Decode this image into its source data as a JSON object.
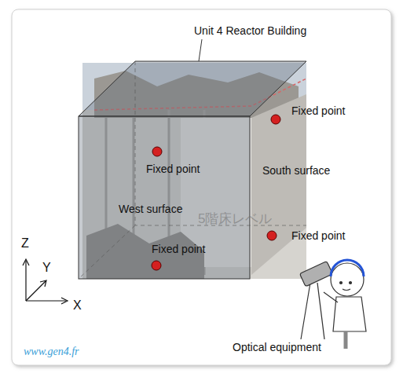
{
  "diagram": {
    "nodes": [
      {
        "text": [
          "West surface"
        ]
      },
      {
        "text": [
          "South surface"
        ]
      }
    ],
    "labels": [
      "Unit 4 Reactor Building",
      "Fixed point",
      "Fixed point",
      "5階床レベル",
      "Fixed point",
      "Fixed point",
      "Z",
      "Y",
      "X",
      "Optical equipment",
      "www.gen4.fr"
    ]
  }
}
